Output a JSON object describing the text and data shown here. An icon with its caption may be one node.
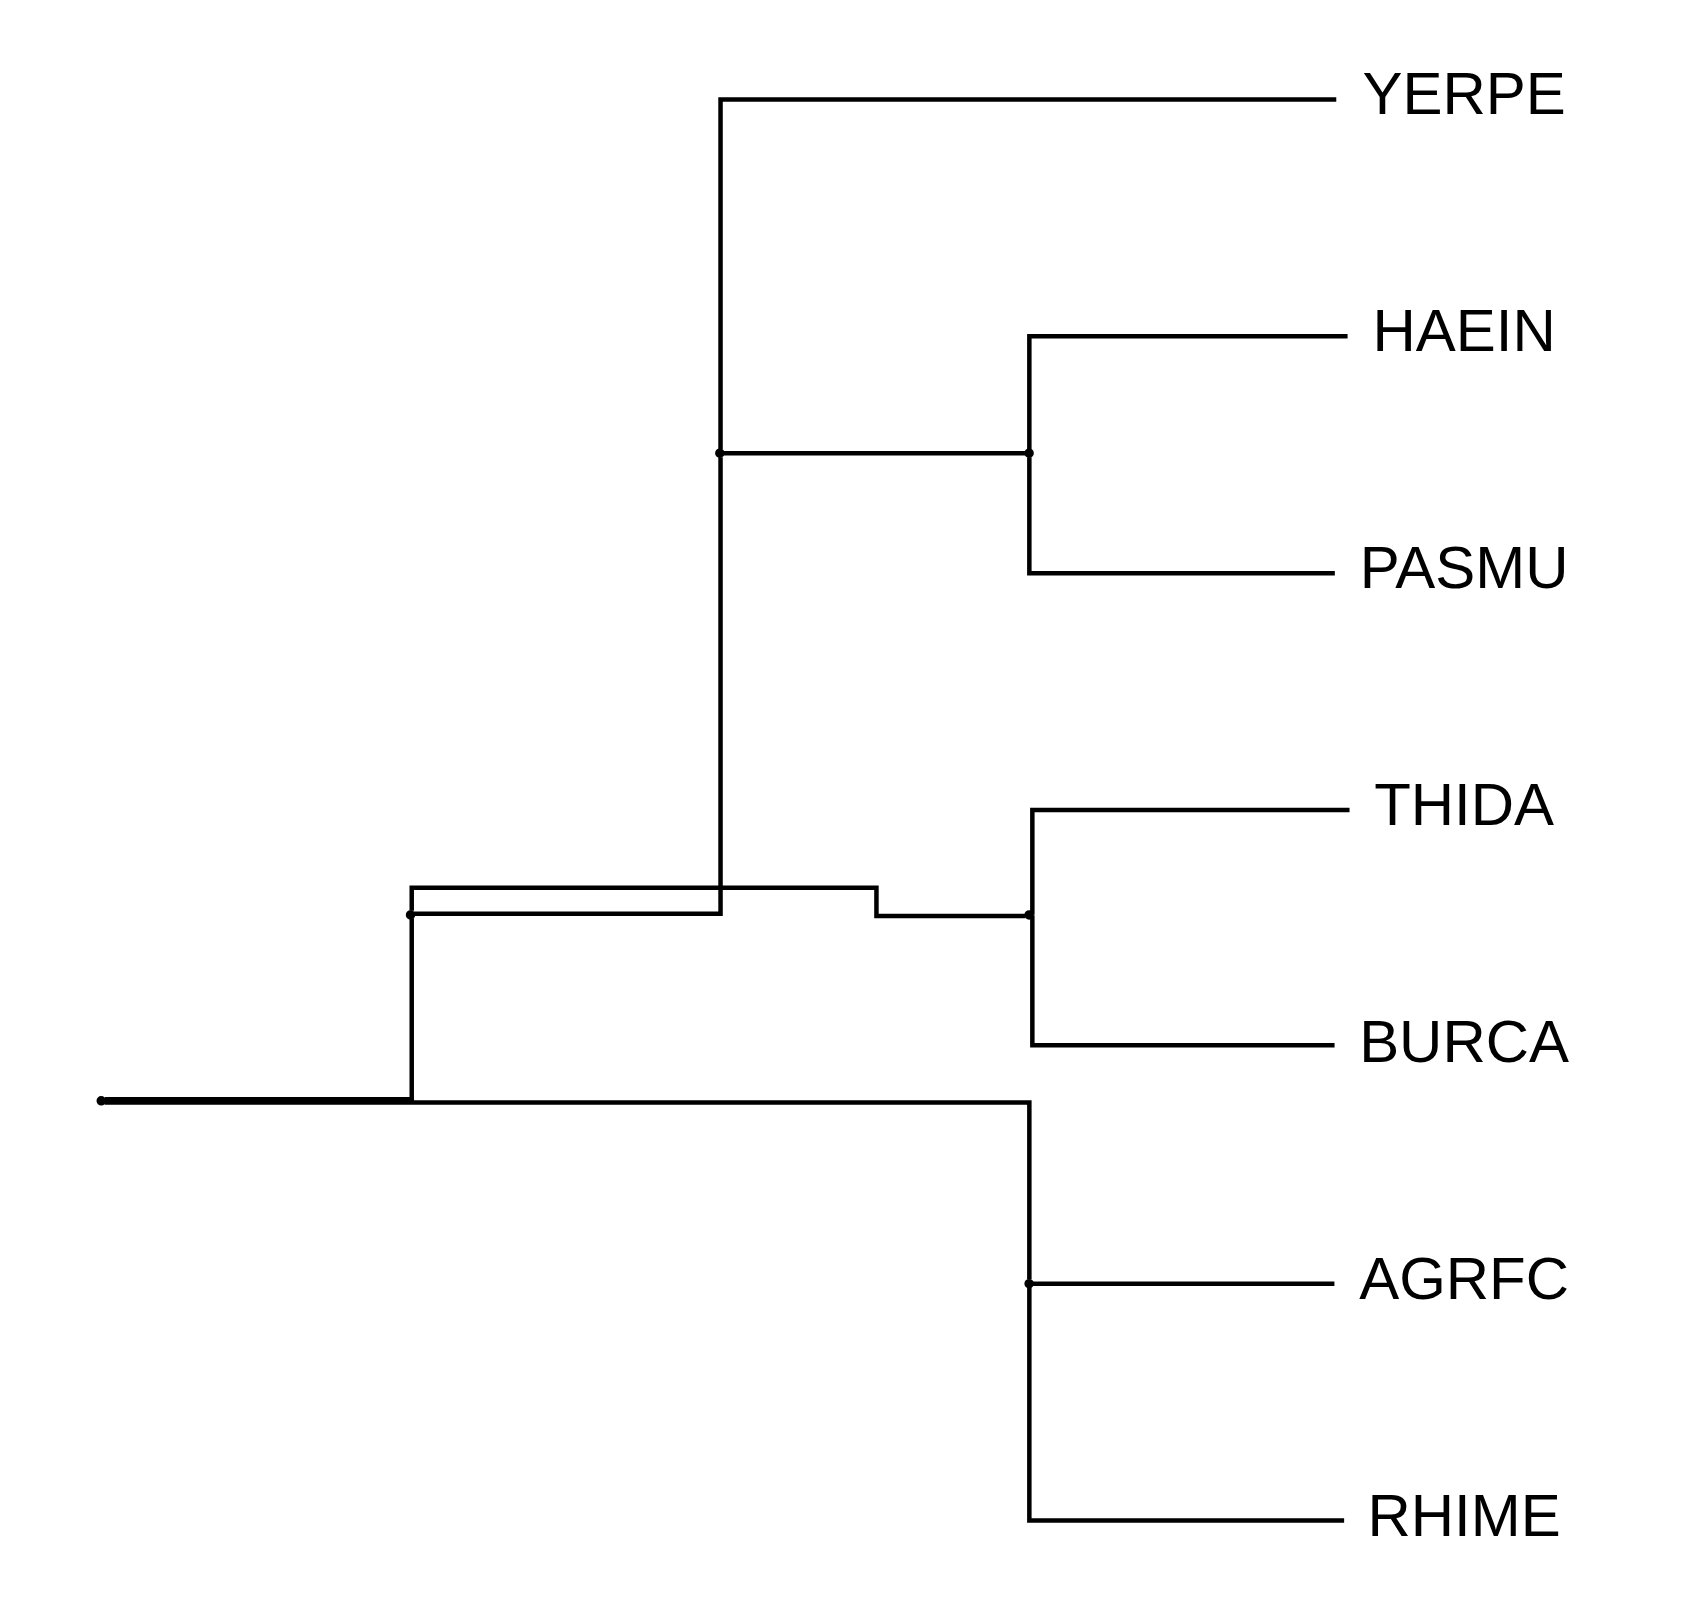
{
  "diagram": {
    "nodes": [
      {
        "text": [],
        "shape": "point"
      },
      {
        "text": [],
        "shape": "point"
      },
      {
        "text": [],
        "shape": "point"
      },
      {
        "text": [
          "YERPE"
        ]
      },
      {
        "text": [],
        "shape": "point"
      },
      {
        "text": [
          "HAEIN"
        ]
      },
      {
        "text": [
          "PASMU"
        ]
      },
      {
        "text": [],
        "shape": "point"
      },
      {
        "text": [
          "THIDA"
        ]
      },
      {
        "text": [
          "BURCA"
        ]
      },
      {
        "text": [],
        "shape": "point"
      },
      {
        "text": [
          "AGRFC"
        ]
      },
      {
        "text": [
          "RHIME"
        ]
      }
    ],
    "edges": [
      {
        "from": 0,
        "to": 1,
        "arrow": "none"
      },
      {
        "from": 0,
        "to": 10,
        "arrow": "none"
      },
      {
        "from": 1,
        "to": 2,
        "arrow": "none"
      },
      {
        "from": 1,
        "to": 7,
        "arrow": "none"
      },
      {
        "from": 2,
        "to": 3,
        "arrow": "none"
      },
      {
        "from": 2,
        "to": 4,
        "arrow": "none"
      },
      {
        "from": 4,
        "to": 5,
        "arrow": "none"
      },
      {
        "from": 4,
        "to": 6,
        "arrow": "none"
      },
      {
        "from": 7,
        "to": 8,
        "arrow": "none"
      },
      {
        "from": 7,
        "to": 9,
        "arrow": "none"
      },
      {
        "from": 10,
        "to": 11,
        "arrow": "none"
      },
      {
        "from": 10,
        "to": 12,
        "arrow": "none"
      }
    ]
  }
}
